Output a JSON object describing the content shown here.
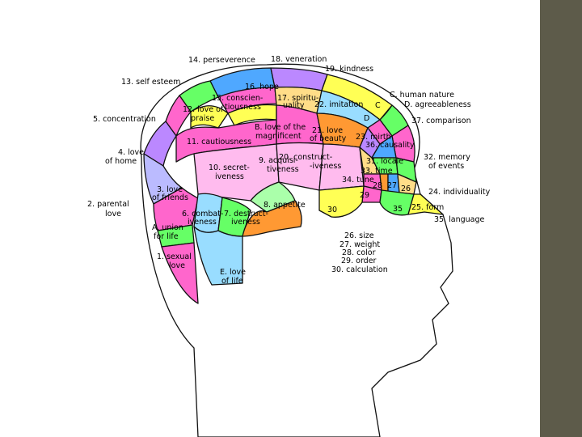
{
  "colors": {
    "background_strip": "#5d5b4a",
    "slide": "#ffffff",
    "green": "#66ff66",
    "pink": "#ff66cc",
    "blue": "#4fa8ff",
    "orange": "#ff9933",
    "yellow": "#ffff55",
    "violet": "#bb88ff",
    "light_pink": "#ffbbee",
    "light_green": "#aaffaa",
    "light_blue": "#99ddff",
    "light_yellow": "#ffdd88",
    "lavender": "#bbbbff"
  },
  "faculties": {
    "f1": "1. sexual",
    "f1b": "love",
    "f2": "2. parental",
    "f2b": "love",
    "fA": "A. union",
    "fAb": "for life",
    "f3": "3. love",
    "f3b": "of friends",
    "f4": "4. love",
    "f4b": "of home",
    "f5": "5. concentration",
    "f6": "6. combat-",
    "f6b": "iveness",
    "f7": "7. destruct-",
    "f7b": "iveness",
    "fE": "E. love",
    "fEb": "of life",
    "f8": "8. appetite",
    "f9": "9. acquisi-",
    "f9b": "tiveness",
    "f10": "10. secret-",
    "f10b": "iveness",
    "f11": "11. cautiousness",
    "f12": "12. love of",
    "f12b": "praise",
    "f13": "13. self esteem",
    "f14": "14. perseverence",
    "f15": "15. conscien-",
    "f15b": "tiousness",
    "f16": "16. hope",
    "f17": "17. spiritu-",
    "f17b": "uality",
    "f18": "18. veneration",
    "f19": "19. kindness",
    "fB": "B. love of the",
    "fBb": "magnificent",
    "f20": "20. construct-",
    "f20b": "-iveness",
    "f21": "21. love",
    "f21b": "of beauty",
    "f22": "22. imitation",
    "f23": "23. mirth",
    "f24": "24. individuality",
    "f25": "25. form",
    "f26": "26",
    "f27": "27",
    "f28": "28",
    "f29": "29",
    "f30": "30",
    "f31": "31. locale",
    "f32": "32. memory",
    "f32b": "of events",
    "f33": "33. time",
    "f34": "34. tune",
    "f35": "35",
    "f35b": "35. language",
    "f36": "36. causality",
    "f37": "37. comparison",
    "fC": "C. human nature",
    "fC_short": "C",
    "fD": "D. agreeableness",
    "fD_short": "D",
    "legend_26": "26. size",
    "legend_27": "27. weight",
    "legend_28": "28. color",
    "legend_29": "29. order",
    "legend_30": "30. calculation"
  }
}
